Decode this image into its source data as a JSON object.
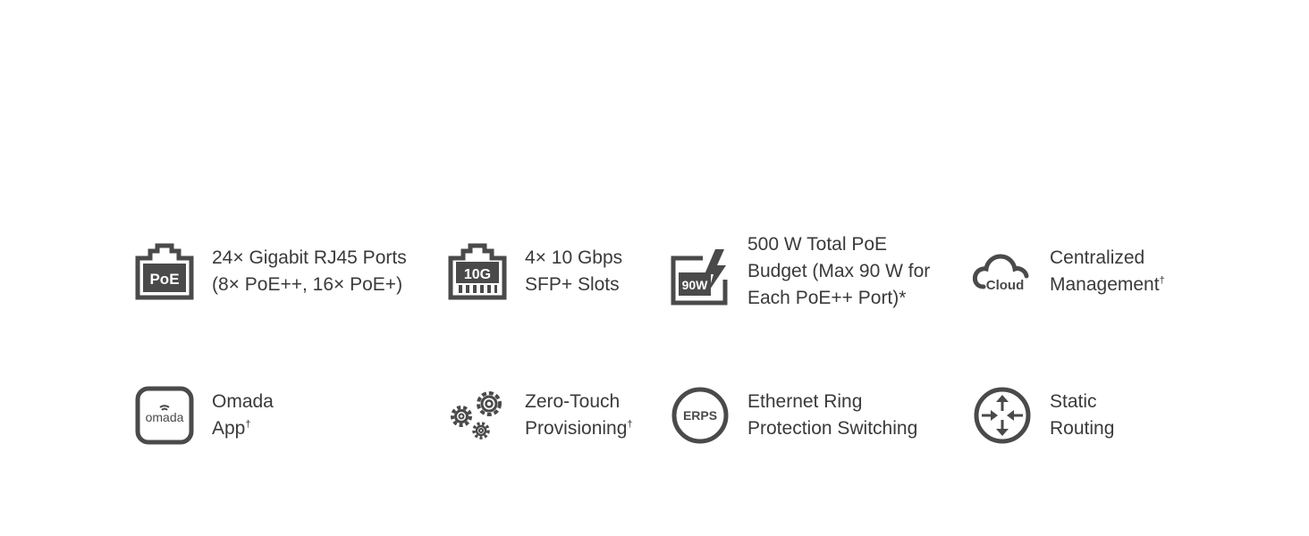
{
  "features": [
    {
      "lines": [
        "24× Gigabit RJ45 Ports",
        "(8× PoE++, 16× PoE+)"
      ],
      "icon": "poe-port-icon",
      "icon_text": "PoE"
    },
    {
      "lines": [
        "4× 10 Gbps",
        "SFP+ Slots"
      ],
      "icon": "sfp-port-icon",
      "icon_text": "10G"
    },
    {
      "lines": [
        "500 W Total PoE",
        "Budget (Max 90 W for",
        "Each PoE++ Port)*"
      ],
      "icon": "poe-budget-icon",
      "icon_text": "90W"
    },
    {
      "lines": [
        "Centralized",
        "Management"
      ],
      "sup": "†",
      "icon": "cloud-icon",
      "icon_text": "Cloud"
    },
    {
      "lines": [
        "Omada",
        "App"
      ],
      "sup": "†",
      "icon": "omada-app-icon",
      "icon_text": "omada"
    },
    {
      "lines": [
        "Zero-Touch",
        "Provisioning"
      ],
      "sup": "†",
      "icon": "gears-icon"
    },
    {
      "lines": [
        "Ethernet Ring",
        "Protection Switching"
      ],
      "icon": "erps-icon",
      "icon_text": "ERPS"
    },
    {
      "lines": [
        "Static",
        "Routing"
      ],
      "icon": "routing-arrows-icon"
    }
  ],
  "colors": {
    "icon": "#4a4a4a",
    "text": "#3a3a3a",
    "background": "#ffffff"
  }
}
